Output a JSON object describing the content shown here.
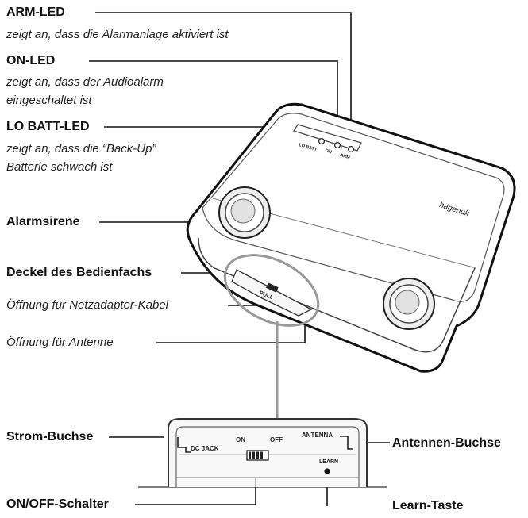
{
  "labels": {
    "arm_led": "ARM-LED",
    "arm_led_desc": "zeigt an, dass die Alarmanlage aktiviert ist",
    "on_led": "ON-LED",
    "on_led_desc_1": "zeigt an, dass der Audioalarm",
    "on_led_desc_2": "eingeschaltet ist",
    "lo_batt_led": "LO BATT-LED",
    "lo_batt_desc_1": "zeigt an, dass die “Back-Up”",
    "lo_batt_desc_2": "Batterie schwach ist",
    "alarmsirene": "Alarmsirene",
    "deckel": "Deckel des Bedienfachs",
    "netzadapter_opening": "Öffnung für  Netzadapter-Kabel",
    "antenne_opening": "Öffnung für  Antenne",
    "strom_buchse": "Strom-Buchse",
    "antennen_buchse": "Antennen-Buchse",
    "on_off_schalter": "ON/OFF-Schalter",
    "learn_taste": "Learn-Taste"
  },
  "device": {
    "brand": "hagenuk",
    "led_lobatt": "LO BATT",
    "led_on": "ON",
    "led_arm": "ARM",
    "pull": "PULL"
  },
  "panel": {
    "dc_jack": "DC JACK",
    "on": "ON",
    "off": "OFF",
    "antenna": "ANTENNA",
    "learn": "LEARN"
  }
}
